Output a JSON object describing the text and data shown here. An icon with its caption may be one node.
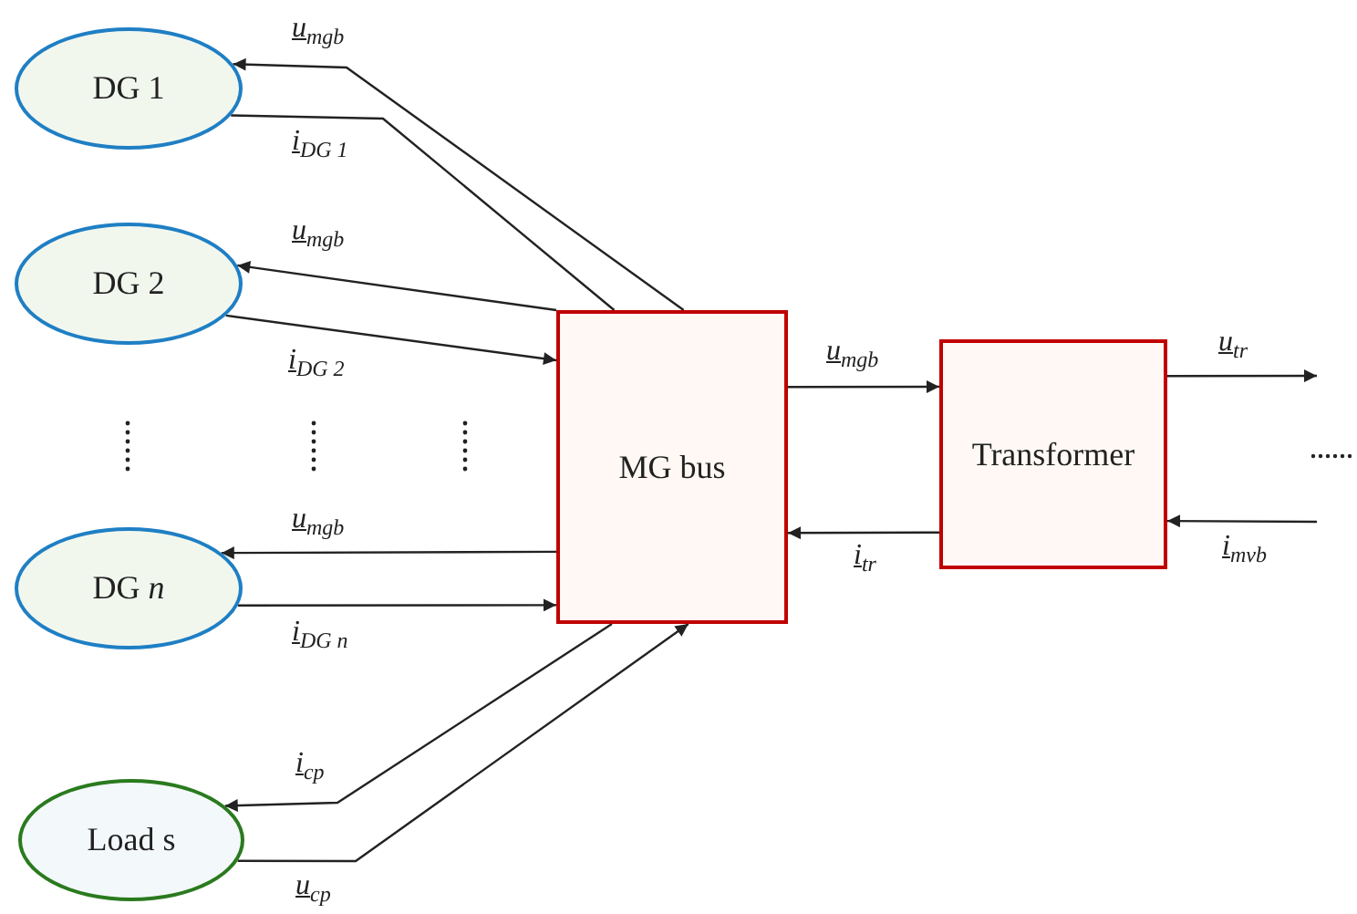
{
  "diagram": {
    "nodes": [
      {
        "text": [
          "DG 1"
        ]
      },
      {
        "text": [
          "DG 2"
        ]
      },
      {
        "text": [
          "DG *n*"
        ]
      },
      {
        "text": [
          "Load s"
        ]
      },
      {
        "text": [
          "MG bus"
        ]
      },
      {
        "text": [
          "Transformer"
        ]
      }
    ],
    "edges": [
      {
        "from": 4,
        "to": 0,
        "arrow": "to",
        "label": "u$_{mgb}$"
      },
      {
        "from": 0,
        "to": 4,
        "arrow": "none",
        "label": "i$_{DG 1}$"
      },
      {
        "from": 4,
        "to": 1,
        "arrow": "to",
        "label": "u$_{mgb}$"
      },
      {
        "from": 1,
        "to": 4,
        "arrow": "to",
        "label": "i$_{DG 2}$"
      },
      {
        "from": 4,
        "to": 2,
        "arrow": "to",
        "label": "u$_{mgb}$"
      },
      {
        "from": 2,
        "to": 4,
        "arrow": "to",
        "label": "i$_{DG n}$"
      },
      {
        "from": 4,
        "to": 3,
        "arrow": "to",
        "label": "i$_{cp}$"
      },
      {
        "from": 3,
        "to": 4,
        "arrow": "to",
        "label": "u$_{cp}$"
      },
      {
        "from": 4,
        "to": 5,
        "arrow": "to",
        "label": "u$_{mgb}$"
      },
      {
        "from": 5,
        "to": 4,
        "arrow": "to",
        "label": "i$_{tr}$"
      },
      {
        "from": 5,
        "to": null,
        "arrow": "to",
        "label": "u$_{tr}$"
      },
      {
        "from": null,
        "to": 5,
        "arrow": "to",
        "label": "i$_{mvb}$"
      }
    ]
  }
}
